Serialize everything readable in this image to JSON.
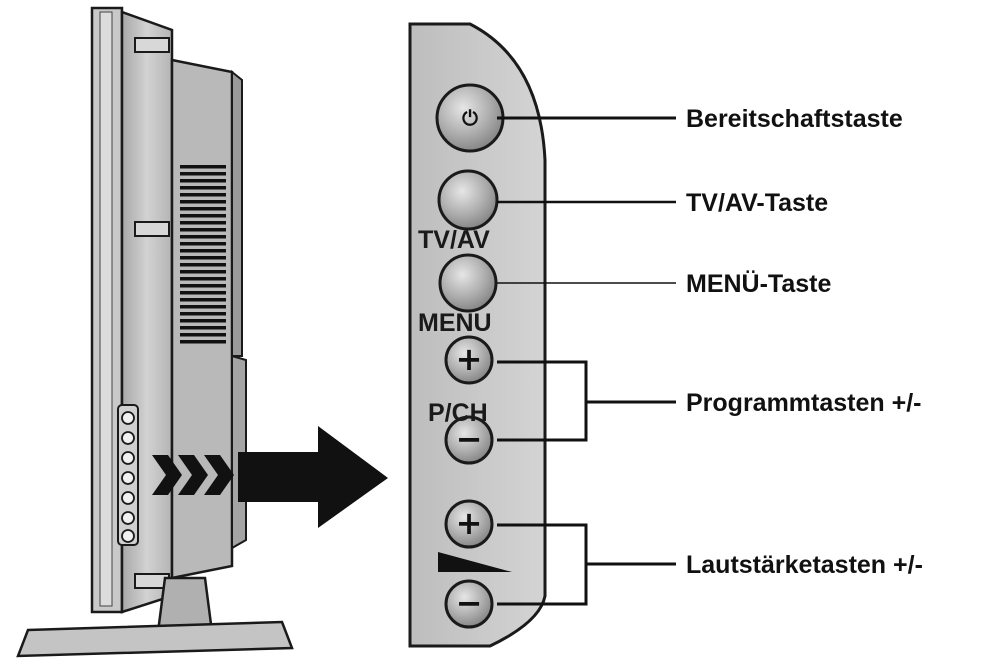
{
  "panel": {
    "buttons": [
      {
        "id": "standby",
        "symbol": "⏻",
        "label": ""
      },
      {
        "id": "tvav",
        "symbol": "",
        "label": "TV/AV"
      },
      {
        "id": "menu",
        "symbol": "",
        "label": "MENU"
      },
      {
        "id": "prog_plus",
        "symbol": "+",
        "label": ""
      },
      {
        "id": "prog_minus",
        "symbol": "−",
        "label": ""
      },
      {
        "id": "vol_plus",
        "symbol": "+",
        "label": ""
      },
      {
        "id": "vol_minus",
        "symbol": "−",
        "label": ""
      }
    ],
    "pch_label": "P/CH"
  },
  "callouts": {
    "standby": "Bereitschaftstaste",
    "tvav": "TV/AV-Taste",
    "menu": "MENÜ-Taste",
    "program": "Programmtasten +/-",
    "volume": "Lautstärketasten +/-"
  },
  "colors": {
    "outline": "#1a1a1a",
    "tv_body": "#bdbdbd",
    "tv_dark": "#8a8a8a",
    "panel_fill": "#c8c8c8",
    "button_fill": "#a9a9a9",
    "arrow": "#111111"
  }
}
